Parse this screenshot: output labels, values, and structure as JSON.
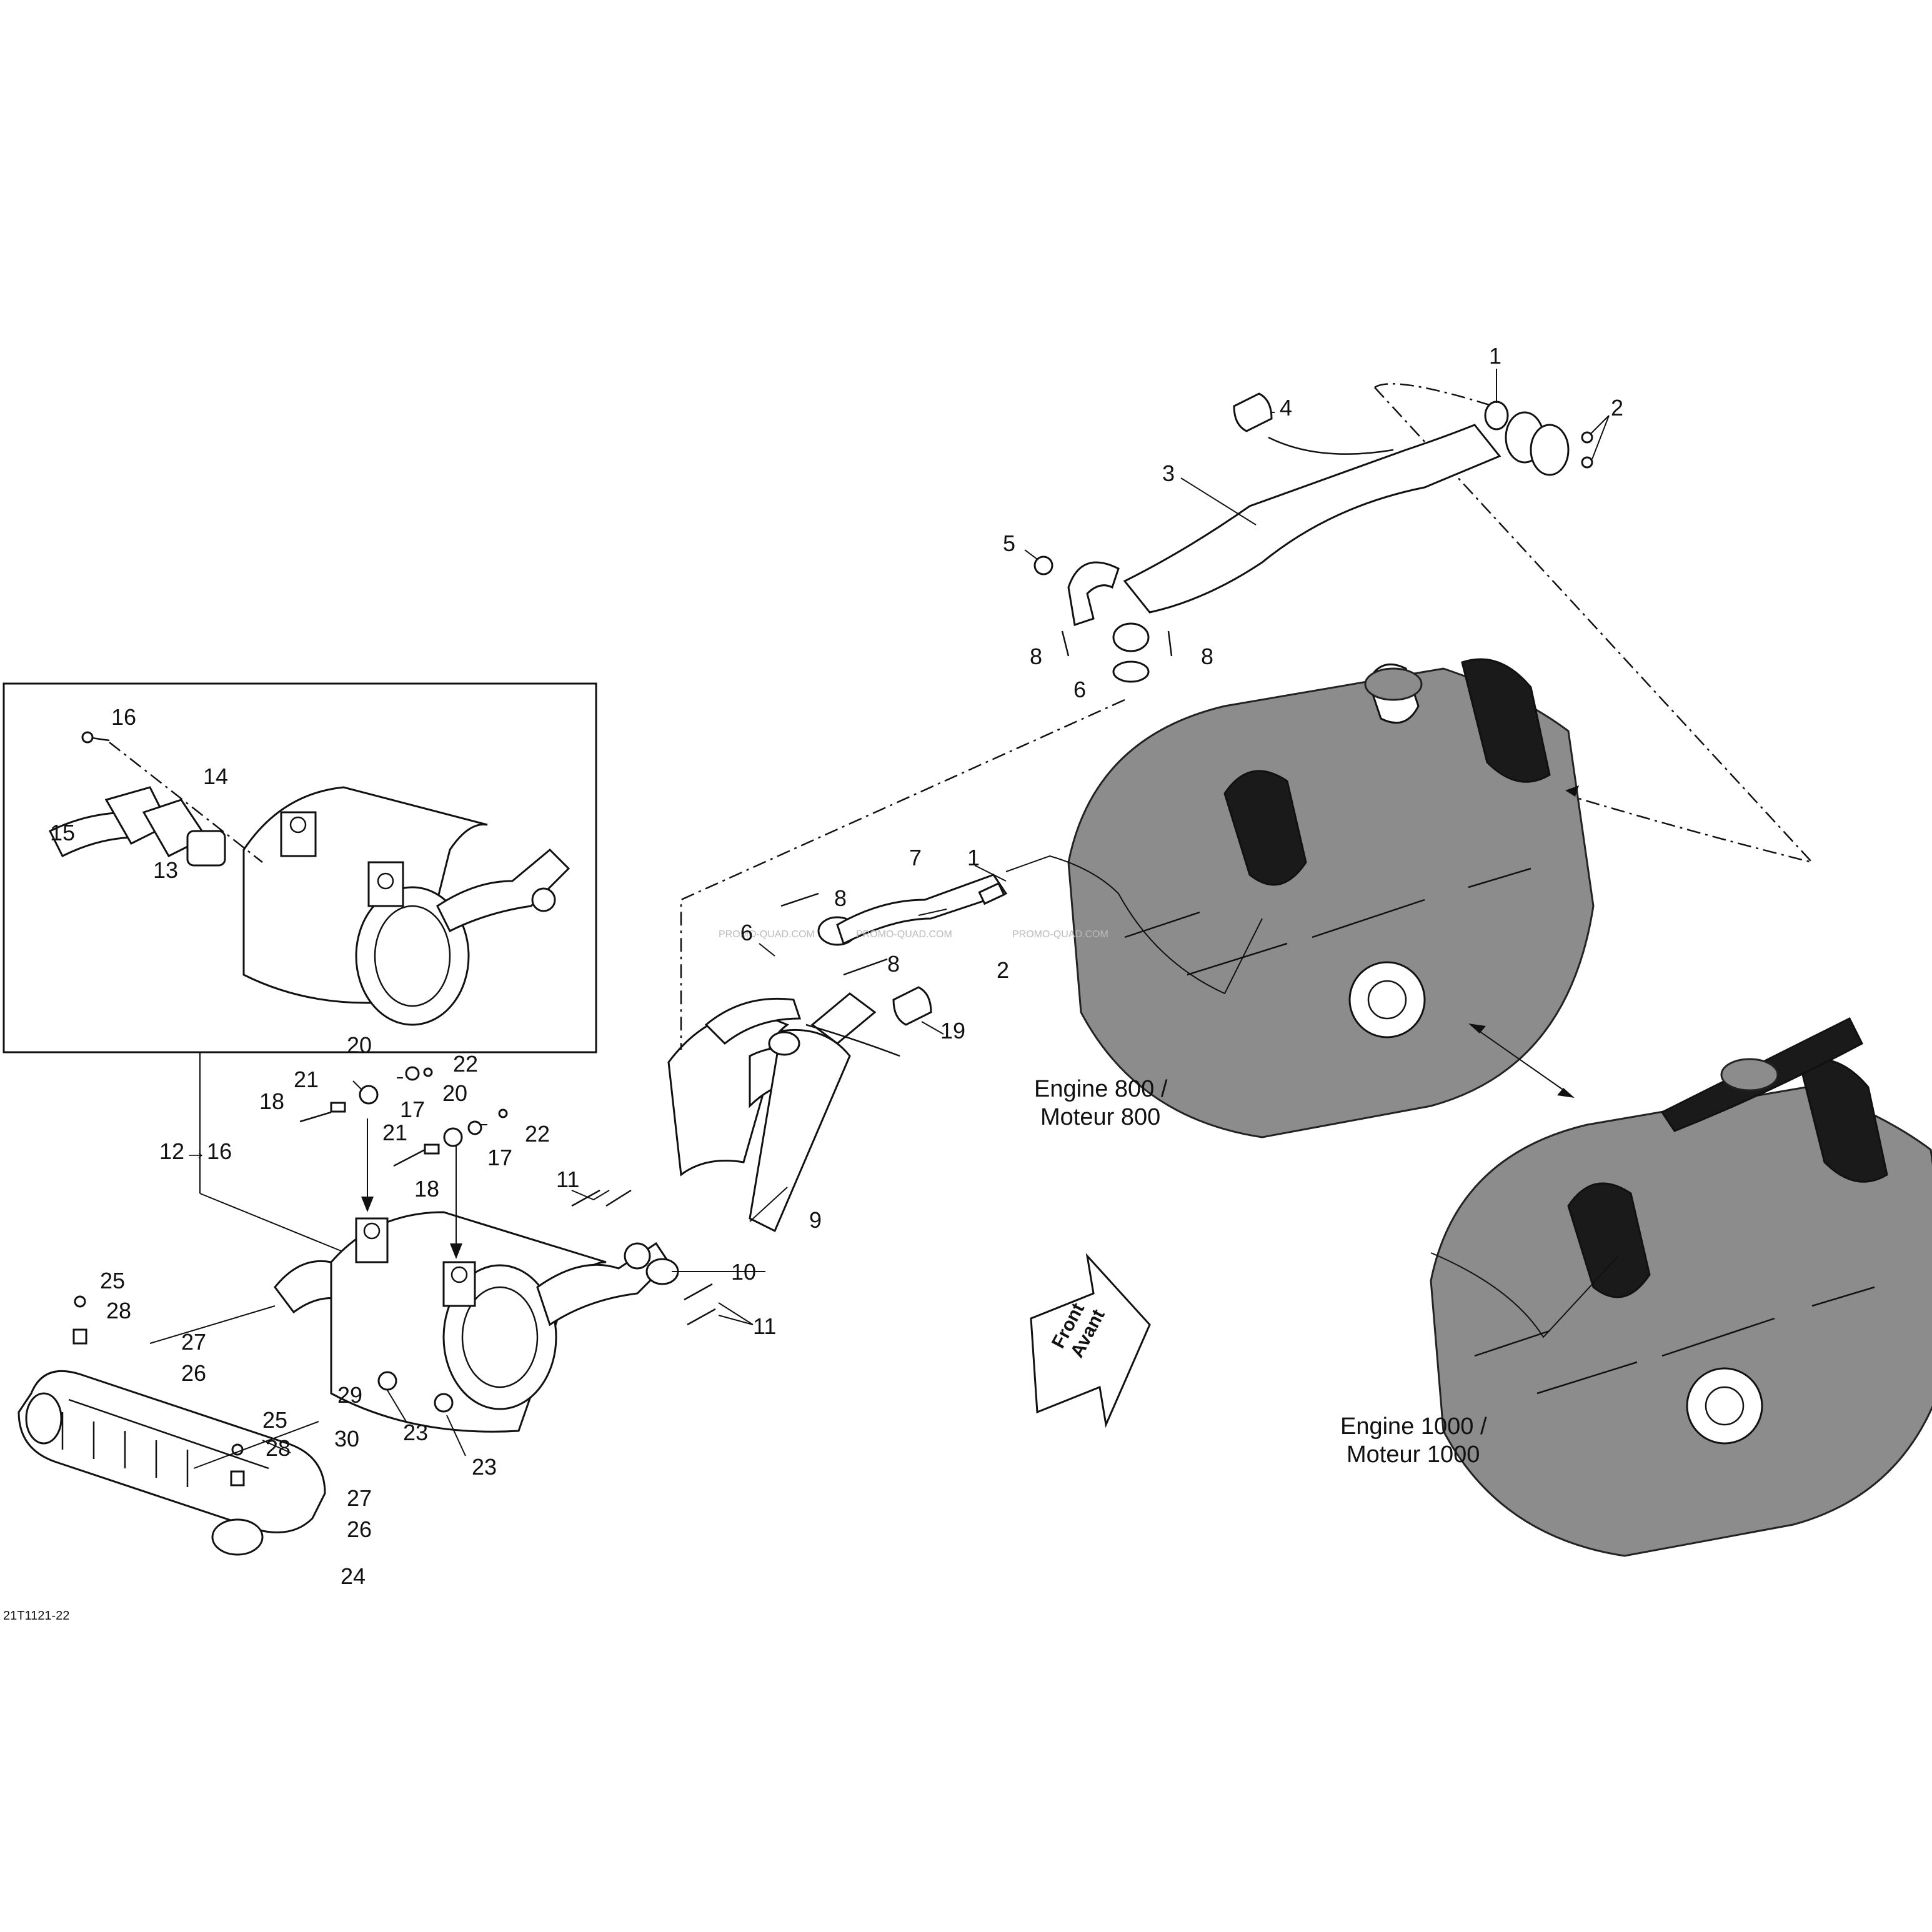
{
  "figure_ref": "21T1121-22",
  "watermark": "PROMO-QUAD.COM",
  "engine_labels": {
    "engine_800": "Engine 800 /",
    "moteur_800": "Moteur 800",
    "engine_1000": "Engine 1000 /",
    "moteur_1000": "Moteur 1000"
  },
  "front_arrow": {
    "line1": "Front",
    "line2": "Avant"
  },
  "callouts": [
    "1",
    "2",
    "3",
    "4",
    "5",
    "6",
    "7",
    "8",
    "9",
    "10",
    "11",
    "12",
    "13",
    "14",
    "15",
    "16",
    "17",
    "18",
    "19",
    "20",
    "21",
    "22",
    "23",
    "24",
    "25",
    "26",
    "27",
    "28",
    "29",
    "30"
  ],
  "range_callout": {
    "from": "12",
    "to": "16",
    "arrow": "→"
  },
  "colors": {
    "line": "#111111",
    "engine_fill": "#8c8c8c",
    "dark_fill": "#1a1a1a",
    "background": "#ffffff"
  }
}
